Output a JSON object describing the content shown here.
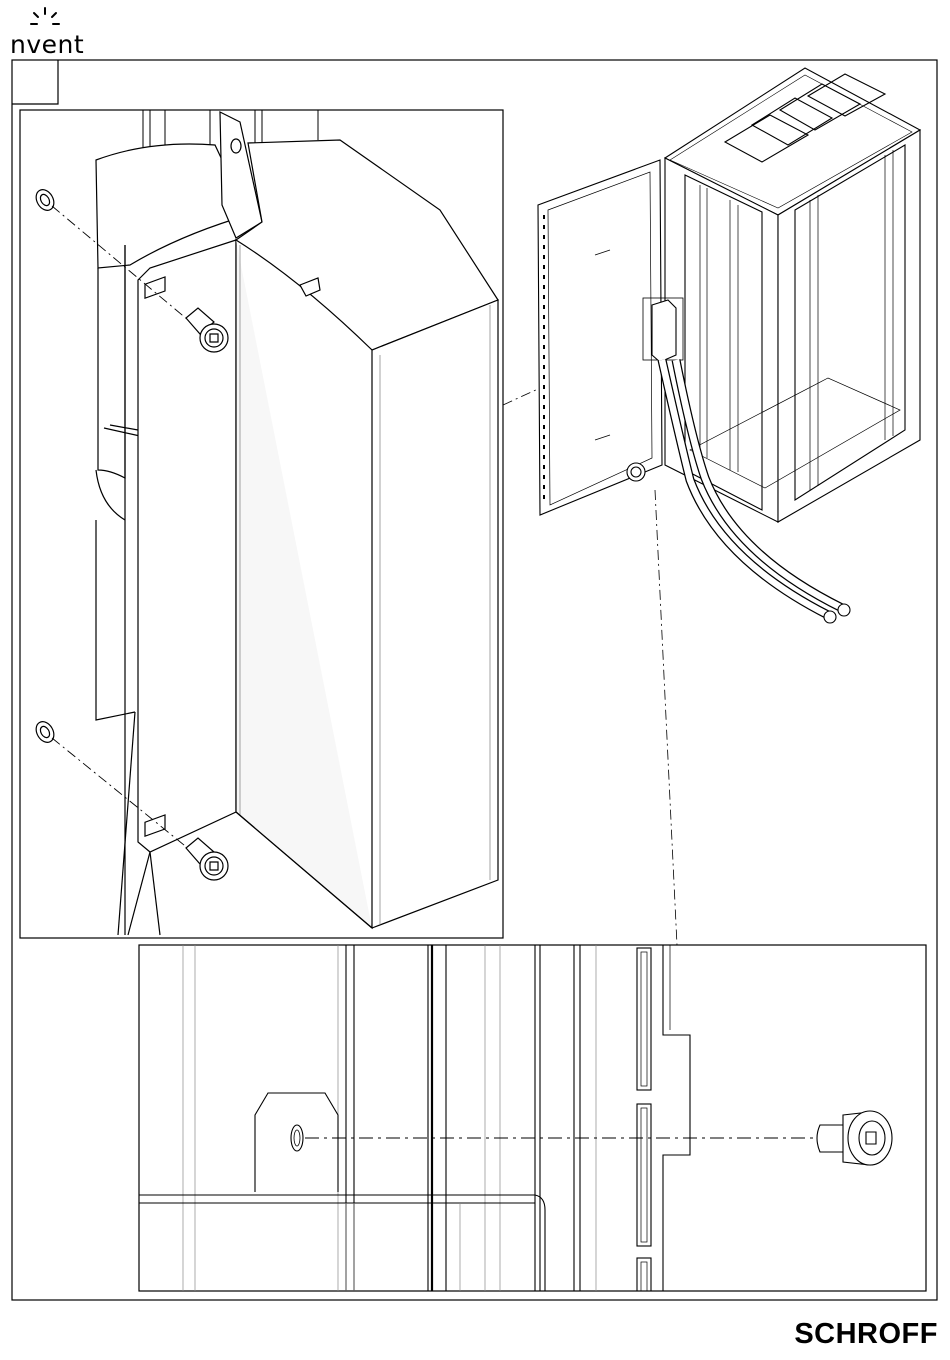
{
  "header": {
    "brand_name": "nvent",
    "logo_icon": "sunburst-icon"
  },
  "footer": {
    "brand_name": "SCHROFF"
  },
  "colors": {
    "line": "#000000",
    "thin_line": "#444444",
    "background": "#ffffff",
    "face_shade": "#f7f7f7"
  },
  "views": [
    {
      "id": "detail-top-left",
      "depicts": "door-cover-screw-mounting"
    },
    {
      "id": "overview-top-right",
      "depicts": "cabinet-with-open-door"
    },
    {
      "id": "detail-bottom",
      "depicts": "bracket-screw-alignment"
    }
  ]
}
